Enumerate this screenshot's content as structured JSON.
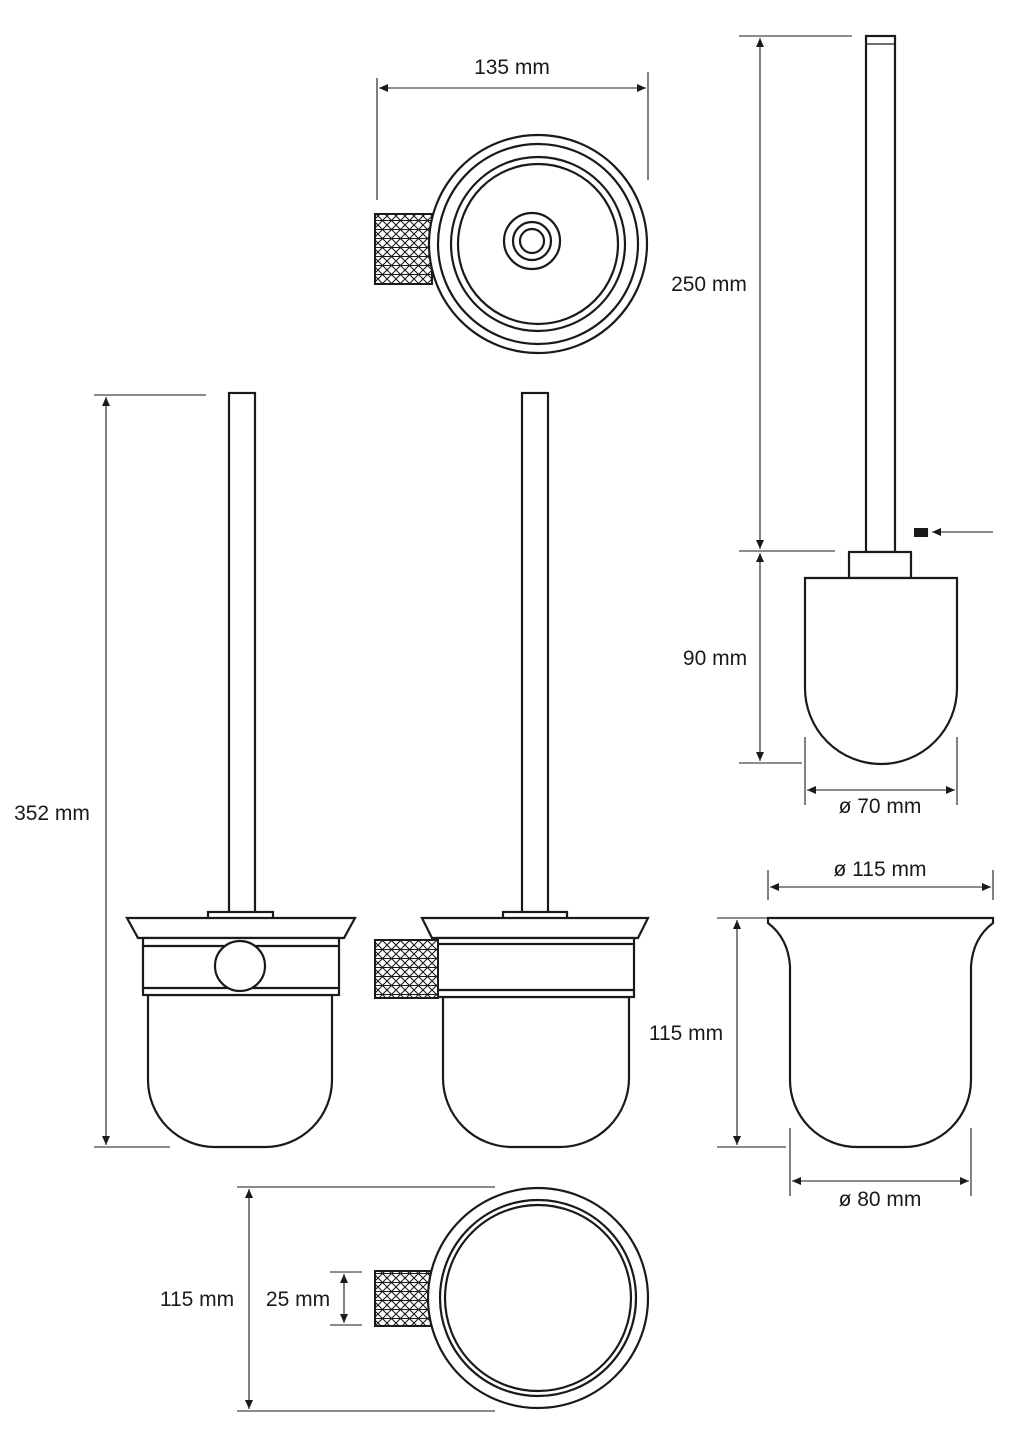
{
  "dimensions": {
    "top_width": "135 mm",
    "brush_length": "250 mm",
    "brush_head_height": "90 mm",
    "brush_head_diameter": "ø 70 mm",
    "overall_height": "352 mm",
    "glass_top_diameter": "ø 115 mm",
    "glass_height": "115 mm",
    "glass_bottom_diameter": "ø 80 mm",
    "bottom_ring_diameter": "115 mm",
    "mount_height": "25 mm"
  }
}
